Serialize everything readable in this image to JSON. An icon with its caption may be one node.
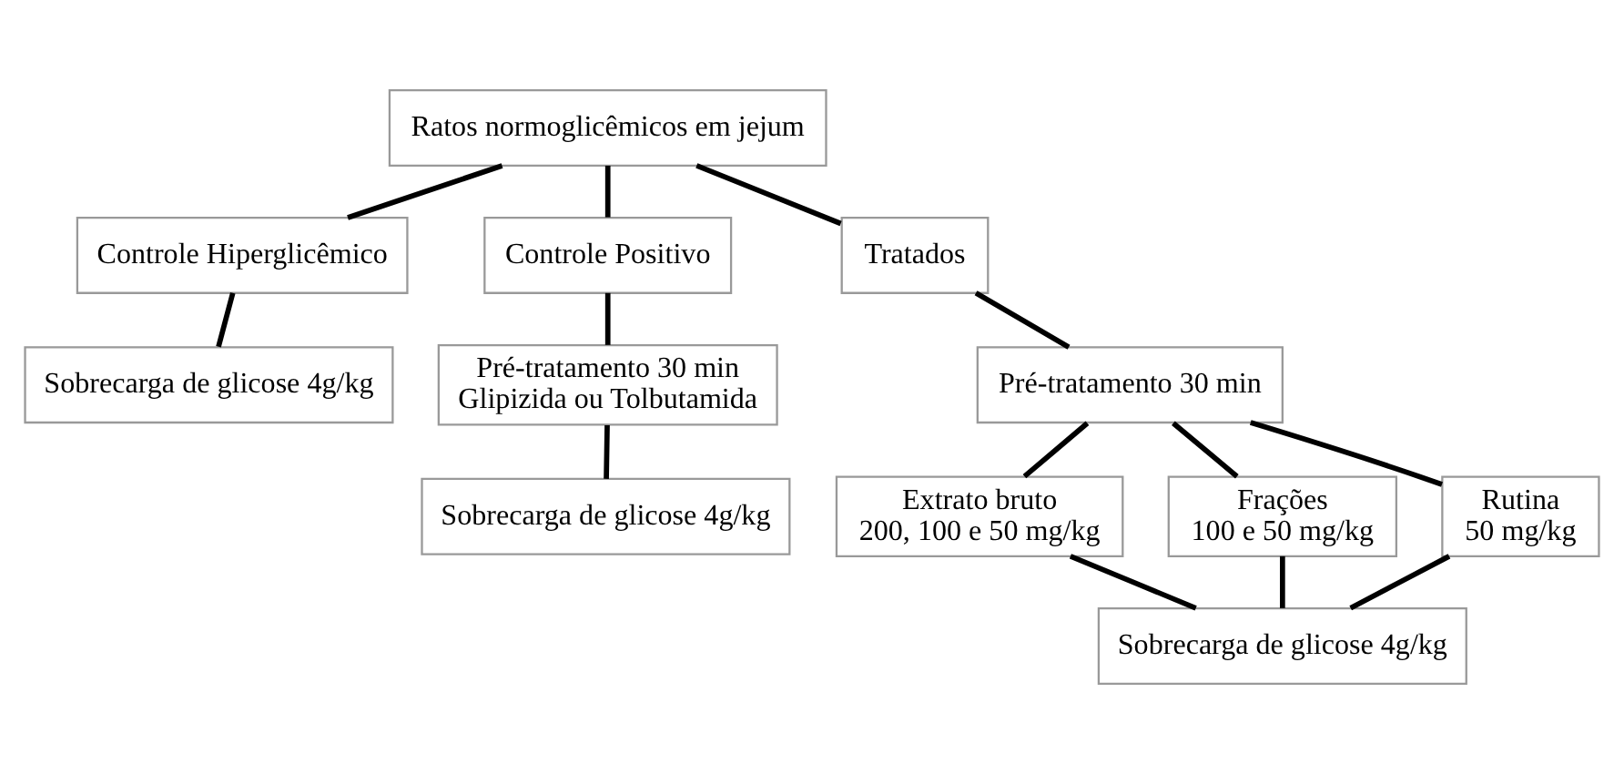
{
  "diagram": {
    "nodes": [
      {
        "text": [
          "Ratos normoglicêmicos em jejum"
        ]
      },
      {
        "text": [
          "Controle Hiperglicêmico"
        ]
      },
      {
        "text": [
          "Controle Positivo"
        ]
      },
      {
        "text": [
          "Tratados"
        ]
      },
      {
        "text": [
          "Sobrecarga de glicose 4g/kg"
        ]
      },
      {
        "text": [
          "Pré-tratamento 30 min",
          "Glipizida ou Tolbutamida"
        ]
      },
      {
        "text": [
          "Sobrecarga de glicose 4g/kg"
        ]
      },
      {
        "text": [
          "Pré-tratamento 30 min"
        ]
      },
      {
        "text": [
          "Extrato bruto",
          "200, 100 e 50 mg/kg"
        ]
      },
      {
        "text": [
          "Frações",
          "100 e 50 mg/kg"
        ]
      },
      {
        "text": [
          "Rutina",
          "50 mg/kg"
        ]
      },
      {
        "text": [
          "Sobrecarga de glicose 4g/kg"
        ]
      }
    ],
    "edges": [
      {
        "from": 0,
        "to": 1,
        "arrow": "none"
      },
      {
        "from": 0,
        "to": 2,
        "arrow": "none"
      },
      {
        "from": 0,
        "to": 3,
        "arrow": "none"
      },
      {
        "from": 1,
        "to": 4,
        "arrow": "none"
      },
      {
        "from": 2,
        "to": 5,
        "arrow": "none"
      },
      {
        "from": 5,
        "to": 6,
        "arrow": "none"
      },
      {
        "from": 3,
        "to": 7,
        "arrow": "none"
      },
      {
        "from": 7,
        "to": 8,
        "arrow": "none"
      },
      {
        "from": 7,
        "to": 9,
        "arrow": "none"
      },
      {
        "from": 7,
        "to": 10,
        "arrow": "none"
      },
      {
        "from": 8,
        "to": 11,
        "arrow": "none"
      },
      {
        "from": 9,
        "to": 11,
        "arrow": "none"
      },
      {
        "from": 10,
        "to": 11,
        "arrow": "none"
      }
    ]
  }
}
